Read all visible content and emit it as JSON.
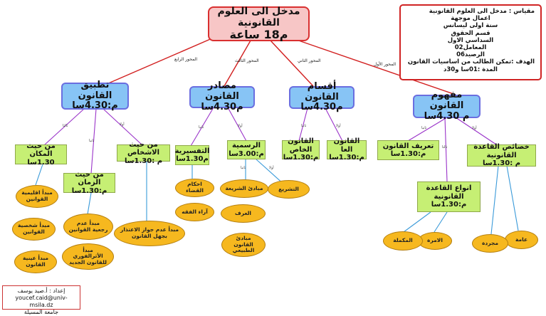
{
  "info": {
    "lines": [
      "مقياس : مدخل الى العلوم القانونية",
      "اعمال موجهة",
      "سنة اولى ليسانس",
      "قسم الحقوق",
      "السداسي الاول",
      "المعامل02",
      "الرصيد06",
      "الهدف :تمكن الطالب من اساسيات القانون",
      "المدة :01سا و30د"
    ]
  },
  "root": {
    "title": "مدخل الى العلوم القانونية",
    "duration": "18 ساعة",
    "prefix": "م"
  },
  "axes": {
    "a1": "المحور الأول",
    "a2": "المحور الثاني",
    "a3": "المحور الثالث",
    "a4": "المحور الرابع"
  },
  "topics": {
    "t1": {
      "title": "مفهوم القانون",
      "duration": "م 4.30سا"
    },
    "t2": {
      "title": "أقسام القانون",
      "duration": "م4.30سا"
    },
    "t3": {
      "title": "مصادر القانون",
      "duration": "م4.30سا"
    },
    "t4": {
      "title": "تطبيق القانون",
      "duration": "م:4.30سا"
    }
  },
  "subtopics": {
    "s1": {
      "title": "خصائص القاعدة القانونية",
      "duration": "م :1.30سا"
    },
    "s2": {
      "title": "تعريف القانون",
      "duration": "م:1.30سا"
    },
    "s3": {
      "title": "انواع القاعدة القانونية",
      "duration": "م:1.30سا"
    },
    "s4": {
      "title": "القانون العا",
      "duration": "م:1.30سا"
    },
    "s5": {
      "title": "القانون الخاص",
      "duration": "م:1.30سا"
    },
    "s6": {
      "title": "الرسمية",
      "duration": "م:3.00سا"
    },
    "s7": {
      "title": "التفسيرية",
      "duration": "م1.30سا"
    },
    "s8": {
      "title": "من حيث الاشخاص",
      "duration": "م :1.30سا"
    },
    "s9": {
      "title": "من حيث الزمان",
      "duration": "م:1.30سا"
    },
    "s10": {
      "title": "من حيث المكان",
      "duration": "1.30سا"
    }
  },
  "ovals": {
    "o1": "عامة",
    "o2": "مجردة",
    "o3": "الامرة",
    "o4": "المكملة",
    "o5": "التشريع",
    "o6": "مبادئ الشريعة",
    "o7": "العرف",
    "o8": "مبادئ القانون الطبيعي",
    "o9": "احكام القضاء",
    "o10": "آراء الفقه",
    "o11": "مبدأ عدم جواز الاعتذار بجهل القانون",
    "o12": "مبدأ عدم رجعية القوانين",
    "o13": "مبدأ الأثرالفوري للقانون الجديد",
    "o14": "مبدأ اقليمية القوانين",
    "o15": "مبدأ شخصية القوانين",
    "o16": "مبدأ عينية القانون"
  },
  "link_labels": {
    "l_s1": "أولا",
    "l_s2": "ثانيا",
    "l_s3": "ثالثا",
    "l_s4": "أولا",
    "l_s5": "ثانيا",
    "l_s6": "أولا",
    "l_s7": "ثانيا",
    "l_s8": "أولا",
    "l_s9": "ثانيا",
    "l_s10": "ثالثا",
    "l_o5": "أولا",
    "l_o6": "ثانيا"
  },
  "author": {
    "prepared_by": "إعداد : أ.صيد يوسف",
    "email": "youcef.caid@univ-msila.dz",
    "university": "جامعة المسيلة"
  },
  "colors": {
    "root_fill": "#f7c6c6",
    "root_border": "#d93030",
    "topic_fill": "#87c4f5",
    "topic_border": "#6a6ee0",
    "subtopic_fill": "#c6ef74",
    "oval_fill": "#f6b81f",
    "root_link": "#d22020",
    "blue_link": "#3a9ad9",
    "purple_link": "#9a33c9"
  }
}
